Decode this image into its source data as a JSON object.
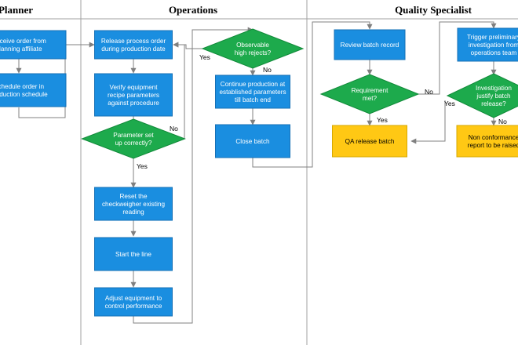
{
  "lanes": [
    {
      "id": "planner",
      "title": "Planner"
    },
    {
      "id": "operations",
      "title": "Operations"
    },
    {
      "id": "quality",
      "title": "Quality Specialist"
    }
  ],
  "colors": {
    "process": "#1a8ee0",
    "process_border": "#1670b6",
    "decision": "#1daa4c",
    "decision_border": "#128a3a",
    "quality_box": "#ffc814",
    "quality_border": "#d7a800",
    "line": "#808080",
    "lane_border": "#a0a0a0"
  },
  "nodes": [
    {
      "id": "receive_order",
      "type": "process",
      "lines": [
        "Receive order from",
        "planning affiliate"
      ]
    },
    {
      "id": "schedule_order",
      "type": "process",
      "lines": [
        "Schedule order in",
        "production schedule"
      ]
    },
    {
      "id": "release_order",
      "type": "process",
      "lines": [
        "Release process order",
        "during production date"
      ]
    },
    {
      "id": "verify_equipment",
      "type": "process",
      "lines": [
        "Verify equipment",
        "recipe parameters",
        "against procedure"
      ]
    },
    {
      "id": "param_setup",
      "type": "decision",
      "lines": [
        "Parameter set",
        "up correctly?"
      ]
    },
    {
      "id": "reset_checkweigher",
      "type": "process",
      "lines": [
        "Reset the",
        "checkweigher existing",
        "reading"
      ]
    },
    {
      "id": "start_line",
      "type": "process",
      "lines": [
        "Start the line"
      ]
    },
    {
      "id": "adjust_equipment",
      "type": "process",
      "lines": [
        "Adjust equipment to",
        "control performance"
      ]
    },
    {
      "id": "high_rejects",
      "type": "decision",
      "lines": [
        "Observable",
        "high rejects?"
      ]
    },
    {
      "id": "continue_production",
      "type": "process",
      "lines": [
        "Continue production at",
        "established parameters",
        "till batch end"
      ]
    },
    {
      "id": "close_batch",
      "type": "process",
      "lines": [
        "Close batch"
      ]
    },
    {
      "id": "review_batch",
      "type": "process",
      "lines": [
        "Review batch record"
      ]
    },
    {
      "id": "requirement_met",
      "type": "decision",
      "lines": [
        "Requirement",
        "met?"
      ]
    },
    {
      "id": "qa_release",
      "type": "quality",
      "lines": [
        "QA release batch"
      ]
    },
    {
      "id": "trigger_investigation",
      "type": "process",
      "lines": [
        "Trigger preliminary",
        "investigation from",
        "operations team"
      ]
    },
    {
      "id": "investigation_release",
      "type": "decision",
      "lines": [
        "Investigation",
        "justify batch",
        "release?"
      ]
    },
    {
      "id": "nonconformance",
      "type": "quality",
      "lines": [
        "Non conformance",
        "report to be raised"
      ]
    }
  ],
  "edges": [
    {
      "id": "schedule_to_release"
    },
    {
      "id": "receive_to_schedule"
    },
    {
      "id": "release_to_verify"
    },
    {
      "id": "verify_to_param"
    },
    {
      "id": "param_yes_to_reset",
      "label": "Yes"
    },
    {
      "id": "param_no_to_release",
      "label": "No"
    },
    {
      "id": "reset_to_start"
    },
    {
      "id": "start_to_adjust"
    },
    {
      "id": "adjust_to_rejects"
    },
    {
      "id": "rejects_yes_to_release",
      "label": "Yes"
    },
    {
      "id": "rejects_no_to_continue",
      "label": "No"
    },
    {
      "id": "continue_to_close"
    },
    {
      "id": "close_to_review"
    },
    {
      "id": "review_to_requirement"
    },
    {
      "id": "requirement_yes_to_qa",
      "label": "Yes"
    },
    {
      "id": "requirement_no_to_trigger",
      "label": "No"
    },
    {
      "id": "trigger_to_investigation"
    },
    {
      "id": "investigation_yes_to_qa",
      "label": "Yes"
    },
    {
      "id": "investigation_no_to_ncr",
      "label": "No"
    }
  ]
}
